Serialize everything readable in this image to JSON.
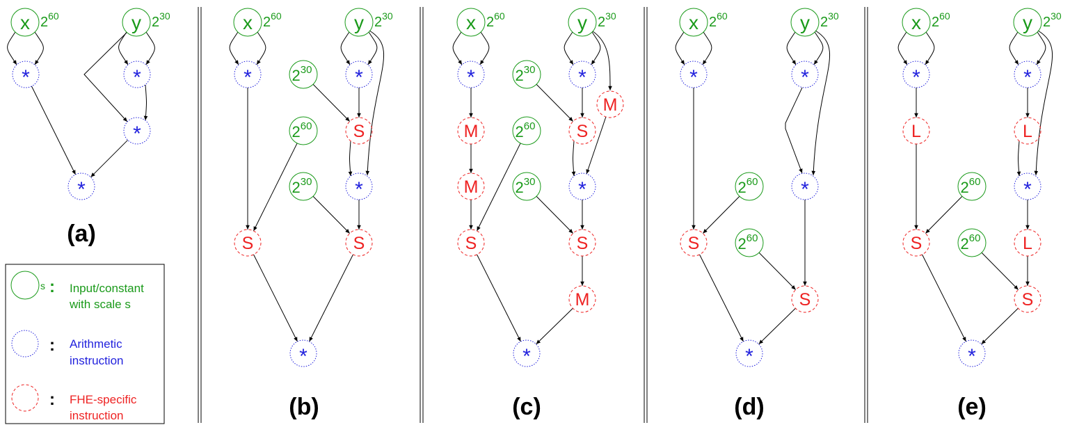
{
  "colors": {
    "input": "#1a9a1a",
    "arithmetic": "#2222dd",
    "fhe": "#ee2222",
    "edge": "#000000"
  },
  "panels": [
    {
      "label": "(a)",
      "nodes": [
        {
          "id": "x",
          "type": "input",
          "text": "x",
          "base": "2",
          "exp": "60"
        },
        {
          "id": "y",
          "type": "input",
          "text": "y",
          "base": "2",
          "exp": "30"
        },
        {
          "id": "m1",
          "type": "arith",
          "text": "*"
        },
        {
          "id": "m2",
          "type": "arith",
          "text": "*"
        },
        {
          "id": "m3",
          "type": "arith",
          "text": "*"
        },
        {
          "id": "m4",
          "type": "arith",
          "text": "*"
        }
      ]
    },
    {
      "label": "(b)",
      "nodes": [
        {
          "id": "x",
          "type": "input",
          "text": "x",
          "base": "2",
          "exp": "60"
        },
        {
          "id": "y",
          "type": "input",
          "text": "y",
          "base": "2",
          "exp": "30"
        },
        {
          "id": "m1",
          "type": "arith",
          "text": "*"
        },
        {
          "id": "m2",
          "type": "arith",
          "text": "*"
        },
        {
          "id": "c1",
          "type": "const",
          "base": "2",
          "exp": "30"
        },
        {
          "id": "s1",
          "type": "fhe",
          "text": "S"
        },
        {
          "id": "c2",
          "type": "const",
          "base": "2",
          "exp": "60"
        },
        {
          "id": "m3",
          "type": "arith",
          "text": "*"
        },
        {
          "id": "c3",
          "type": "const",
          "base": "2",
          "exp": "30"
        },
        {
          "id": "s2",
          "type": "fhe",
          "text": "S"
        },
        {
          "id": "s3",
          "type": "fhe",
          "text": "S"
        },
        {
          "id": "m4",
          "type": "arith",
          "text": "*"
        }
      ]
    },
    {
      "label": "(c)",
      "nodes": [
        {
          "id": "x",
          "type": "input",
          "text": "x",
          "base": "2",
          "exp": "60"
        },
        {
          "id": "y",
          "type": "input",
          "text": "y",
          "base": "2",
          "exp": "30"
        },
        {
          "id": "m1",
          "type": "arith",
          "text": "*"
        },
        {
          "id": "m2",
          "type": "arith",
          "text": "*"
        },
        {
          "id": "c1",
          "type": "const",
          "base": "2",
          "exp": "30"
        },
        {
          "id": "M1",
          "type": "fhe",
          "text": "M"
        },
        {
          "id": "s1",
          "type": "fhe",
          "text": "S"
        },
        {
          "id": "Ma",
          "type": "fhe",
          "text": "M"
        },
        {
          "id": "c2",
          "type": "const",
          "base": "2",
          "exp": "60"
        },
        {
          "id": "Mb",
          "type": "fhe",
          "text": "M"
        },
        {
          "id": "m3",
          "type": "arith",
          "text": "*"
        },
        {
          "id": "c3",
          "type": "const",
          "base": "2",
          "exp": "30"
        },
        {
          "id": "s2",
          "type": "fhe",
          "text": "S"
        },
        {
          "id": "s3",
          "type": "fhe",
          "text": "S"
        },
        {
          "id": "M2",
          "type": "fhe",
          "text": "M"
        },
        {
          "id": "m4",
          "type": "arith",
          "text": "*"
        }
      ]
    },
    {
      "label": "(d)",
      "nodes": [
        {
          "id": "x",
          "type": "input",
          "text": "x",
          "base": "2",
          "exp": "60"
        },
        {
          "id": "y",
          "type": "input",
          "text": "y",
          "base": "2",
          "exp": "30"
        },
        {
          "id": "m1",
          "type": "arith",
          "text": "*"
        },
        {
          "id": "m2",
          "type": "arith",
          "text": "*"
        },
        {
          "id": "m3",
          "type": "arith",
          "text": "*"
        },
        {
          "id": "c1",
          "type": "const",
          "base": "2",
          "exp": "60"
        },
        {
          "id": "s1",
          "type": "fhe",
          "text": "S"
        },
        {
          "id": "c2",
          "type": "const",
          "base": "2",
          "exp": "60"
        },
        {
          "id": "s2",
          "type": "fhe",
          "text": "S"
        },
        {
          "id": "m4",
          "type": "arith",
          "text": "*"
        }
      ]
    },
    {
      "label": "(e)",
      "nodes": [
        {
          "id": "x",
          "type": "input",
          "text": "x",
          "base": "2",
          "exp": "60"
        },
        {
          "id": "y",
          "type": "input",
          "text": "y",
          "base": "2",
          "exp": "30"
        },
        {
          "id": "m1",
          "type": "arith",
          "text": "*"
        },
        {
          "id": "m2",
          "type": "arith",
          "text": "*"
        },
        {
          "id": "L1",
          "type": "fhe",
          "text": "L"
        },
        {
          "id": "L2",
          "type": "fhe",
          "text": "L"
        },
        {
          "id": "m3",
          "type": "arith",
          "text": "*"
        },
        {
          "id": "c1",
          "type": "const",
          "base": "2",
          "exp": "60"
        },
        {
          "id": "s1",
          "type": "fhe",
          "text": "S"
        },
        {
          "id": "c2",
          "type": "const",
          "base": "2",
          "exp": "60"
        },
        {
          "id": "L3",
          "type": "fhe",
          "text": "L"
        },
        {
          "id": "s2",
          "type": "fhe",
          "text": "S"
        },
        {
          "id": "m4",
          "type": "arith",
          "text": "*"
        }
      ]
    }
  ],
  "legend": {
    "input_scale_symbol": "s",
    "input_label": "Input/constant with scale s",
    "input_label_line1": "Input/constant",
    "input_label_line2": "with scale s",
    "arith_label_line1": "Arithmetic",
    "arith_label_line2": "instruction",
    "fhe_label_line1": "FHE-specific",
    "fhe_label_line2": "instruction",
    "colon": ":"
  }
}
